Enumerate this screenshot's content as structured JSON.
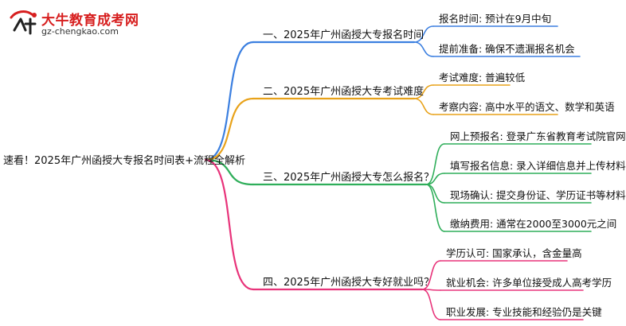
{
  "logo": {
    "title": "大牛教育成考网",
    "url": "gz-chengkao.com"
  },
  "root": "速看！2025年广州函授大专报名时间表+流程全解析",
  "colors": {
    "branch1": "#3b7fe0",
    "branch2": "#e8a21a",
    "branch3": "#2fae5a",
    "branch4": "#e8337a"
  },
  "branches": [
    {
      "label": "一、2025年广州函授大专报名时间",
      "leaves": [
        "报名时间: 预计在9月中旬",
        "提前准备: 确保不遗漏报名机会"
      ]
    },
    {
      "label": "二、2025年广州函授大专考试难度",
      "leaves": [
        "考试难度: 普遍较低",
        "考察内容: 高中水平的语文、数学和英语"
      ]
    },
    {
      "label": "三、2025年广州函授大专怎么报名？",
      "leaves": [
        "网上预报名: 登录广东省教育考试院官网",
        "填写报名信息: 录入详细信息并上传材料",
        "现场确认: 提交身份证、学历证书等材料",
        "缴纳费用: 通常在2000至3000元之间"
      ]
    },
    {
      "label": "四、2025年广州函授大专好就业吗？",
      "leaves": [
        "学历认可: 国家承认，含金量高",
        "就业机会: 许多单位接受成人高考学历",
        "职业发展: 专业技能和经验仍是关键"
      ]
    }
  ]
}
